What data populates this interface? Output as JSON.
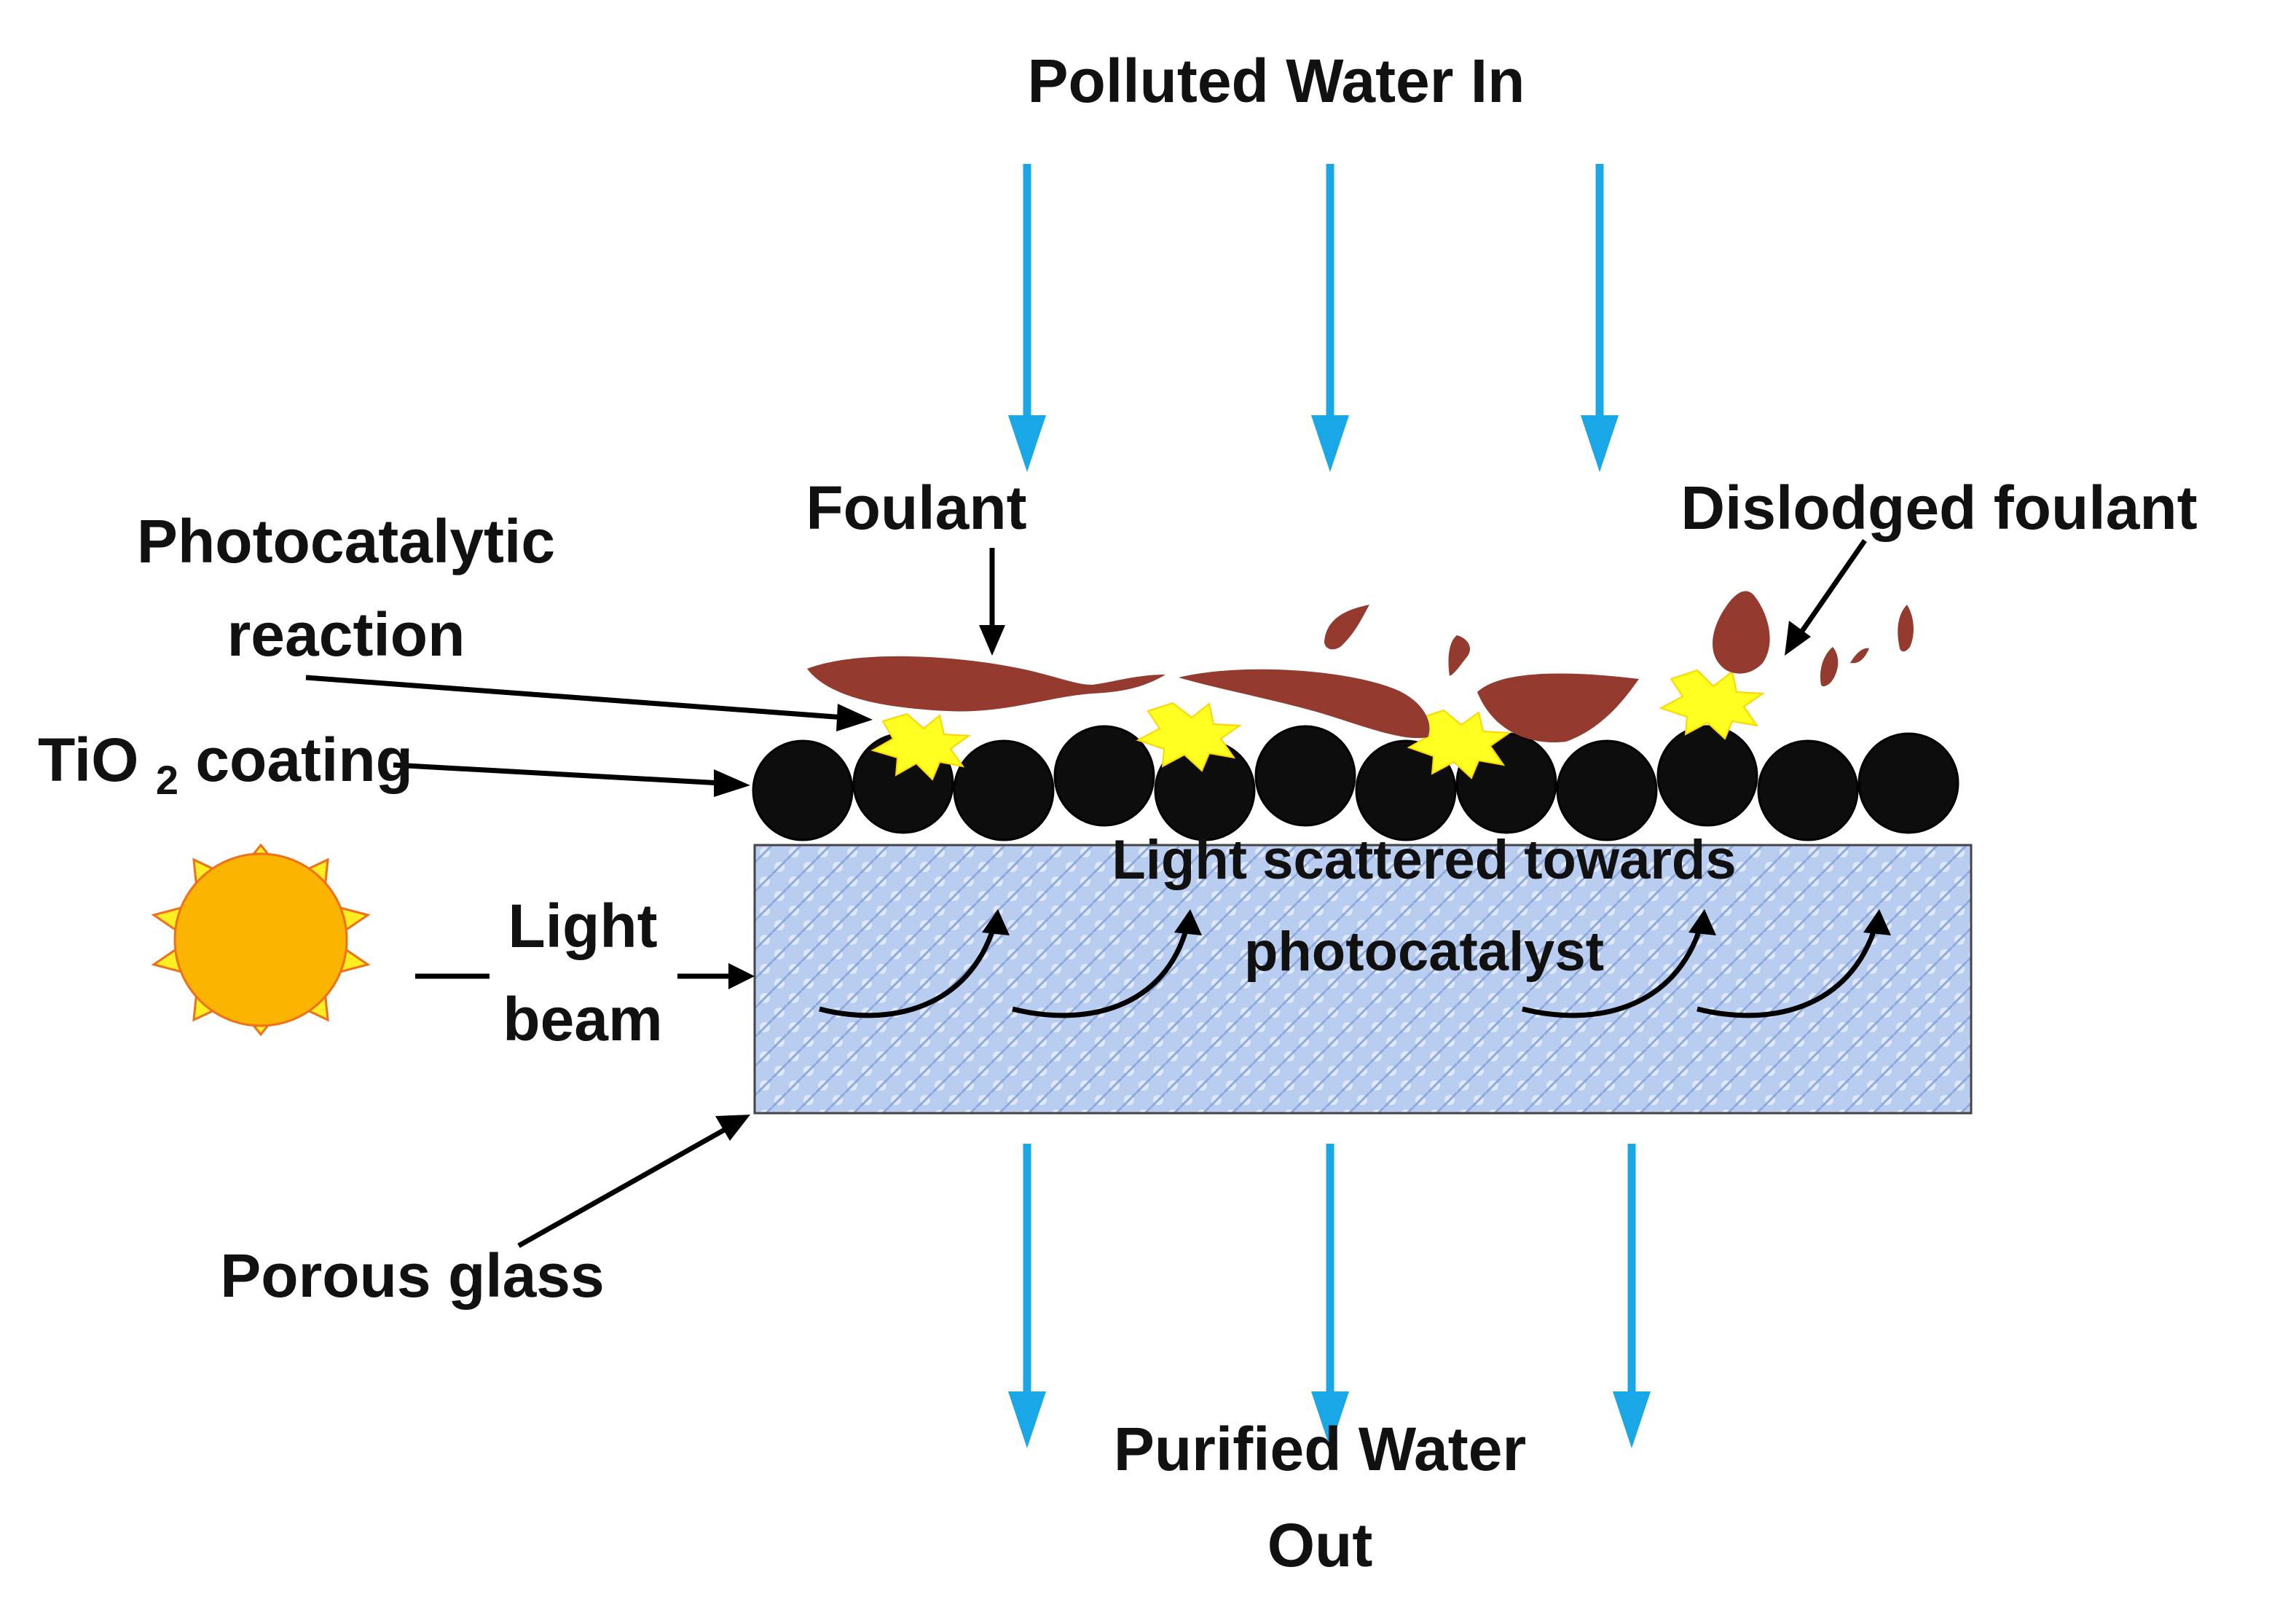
{
  "labels": {
    "inlet": "Polluted Water In",
    "foulant": "Foulant",
    "dislodged_foulant": "Dislodged foulant",
    "photocatalytic_line1": "Photocatalytic",
    "photocatalytic_line2": "reaction",
    "tio2_prefix": "TiO",
    "tio2_subscript": "2",
    "tio2_suffix": " coating",
    "light_line1": "Light",
    "light_line2": "beam",
    "scatter_line1": "Light scattered towards",
    "scatter_line2": "photocatalyst",
    "porous_glass": "Porous glass",
    "outlet_line1": "Purified Water",
    "outlet_line2": "Out"
  },
  "colors": {
    "water_arrow": "#1aa7e8",
    "foulant": "#943a2e",
    "tio2_particle": "#0d0d0d",
    "reaction_burst": "#ffff22",
    "sun_core": "#fbb400",
    "sun_rays": "#ffee22",
    "sun_outline": "#f0701a",
    "glass_fill": "#b9cdf0",
    "glass_pattern": "#ffffff"
  },
  "icons": {
    "sun": "sun-icon",
    "reaction": "starburst-icon"
  }
}
